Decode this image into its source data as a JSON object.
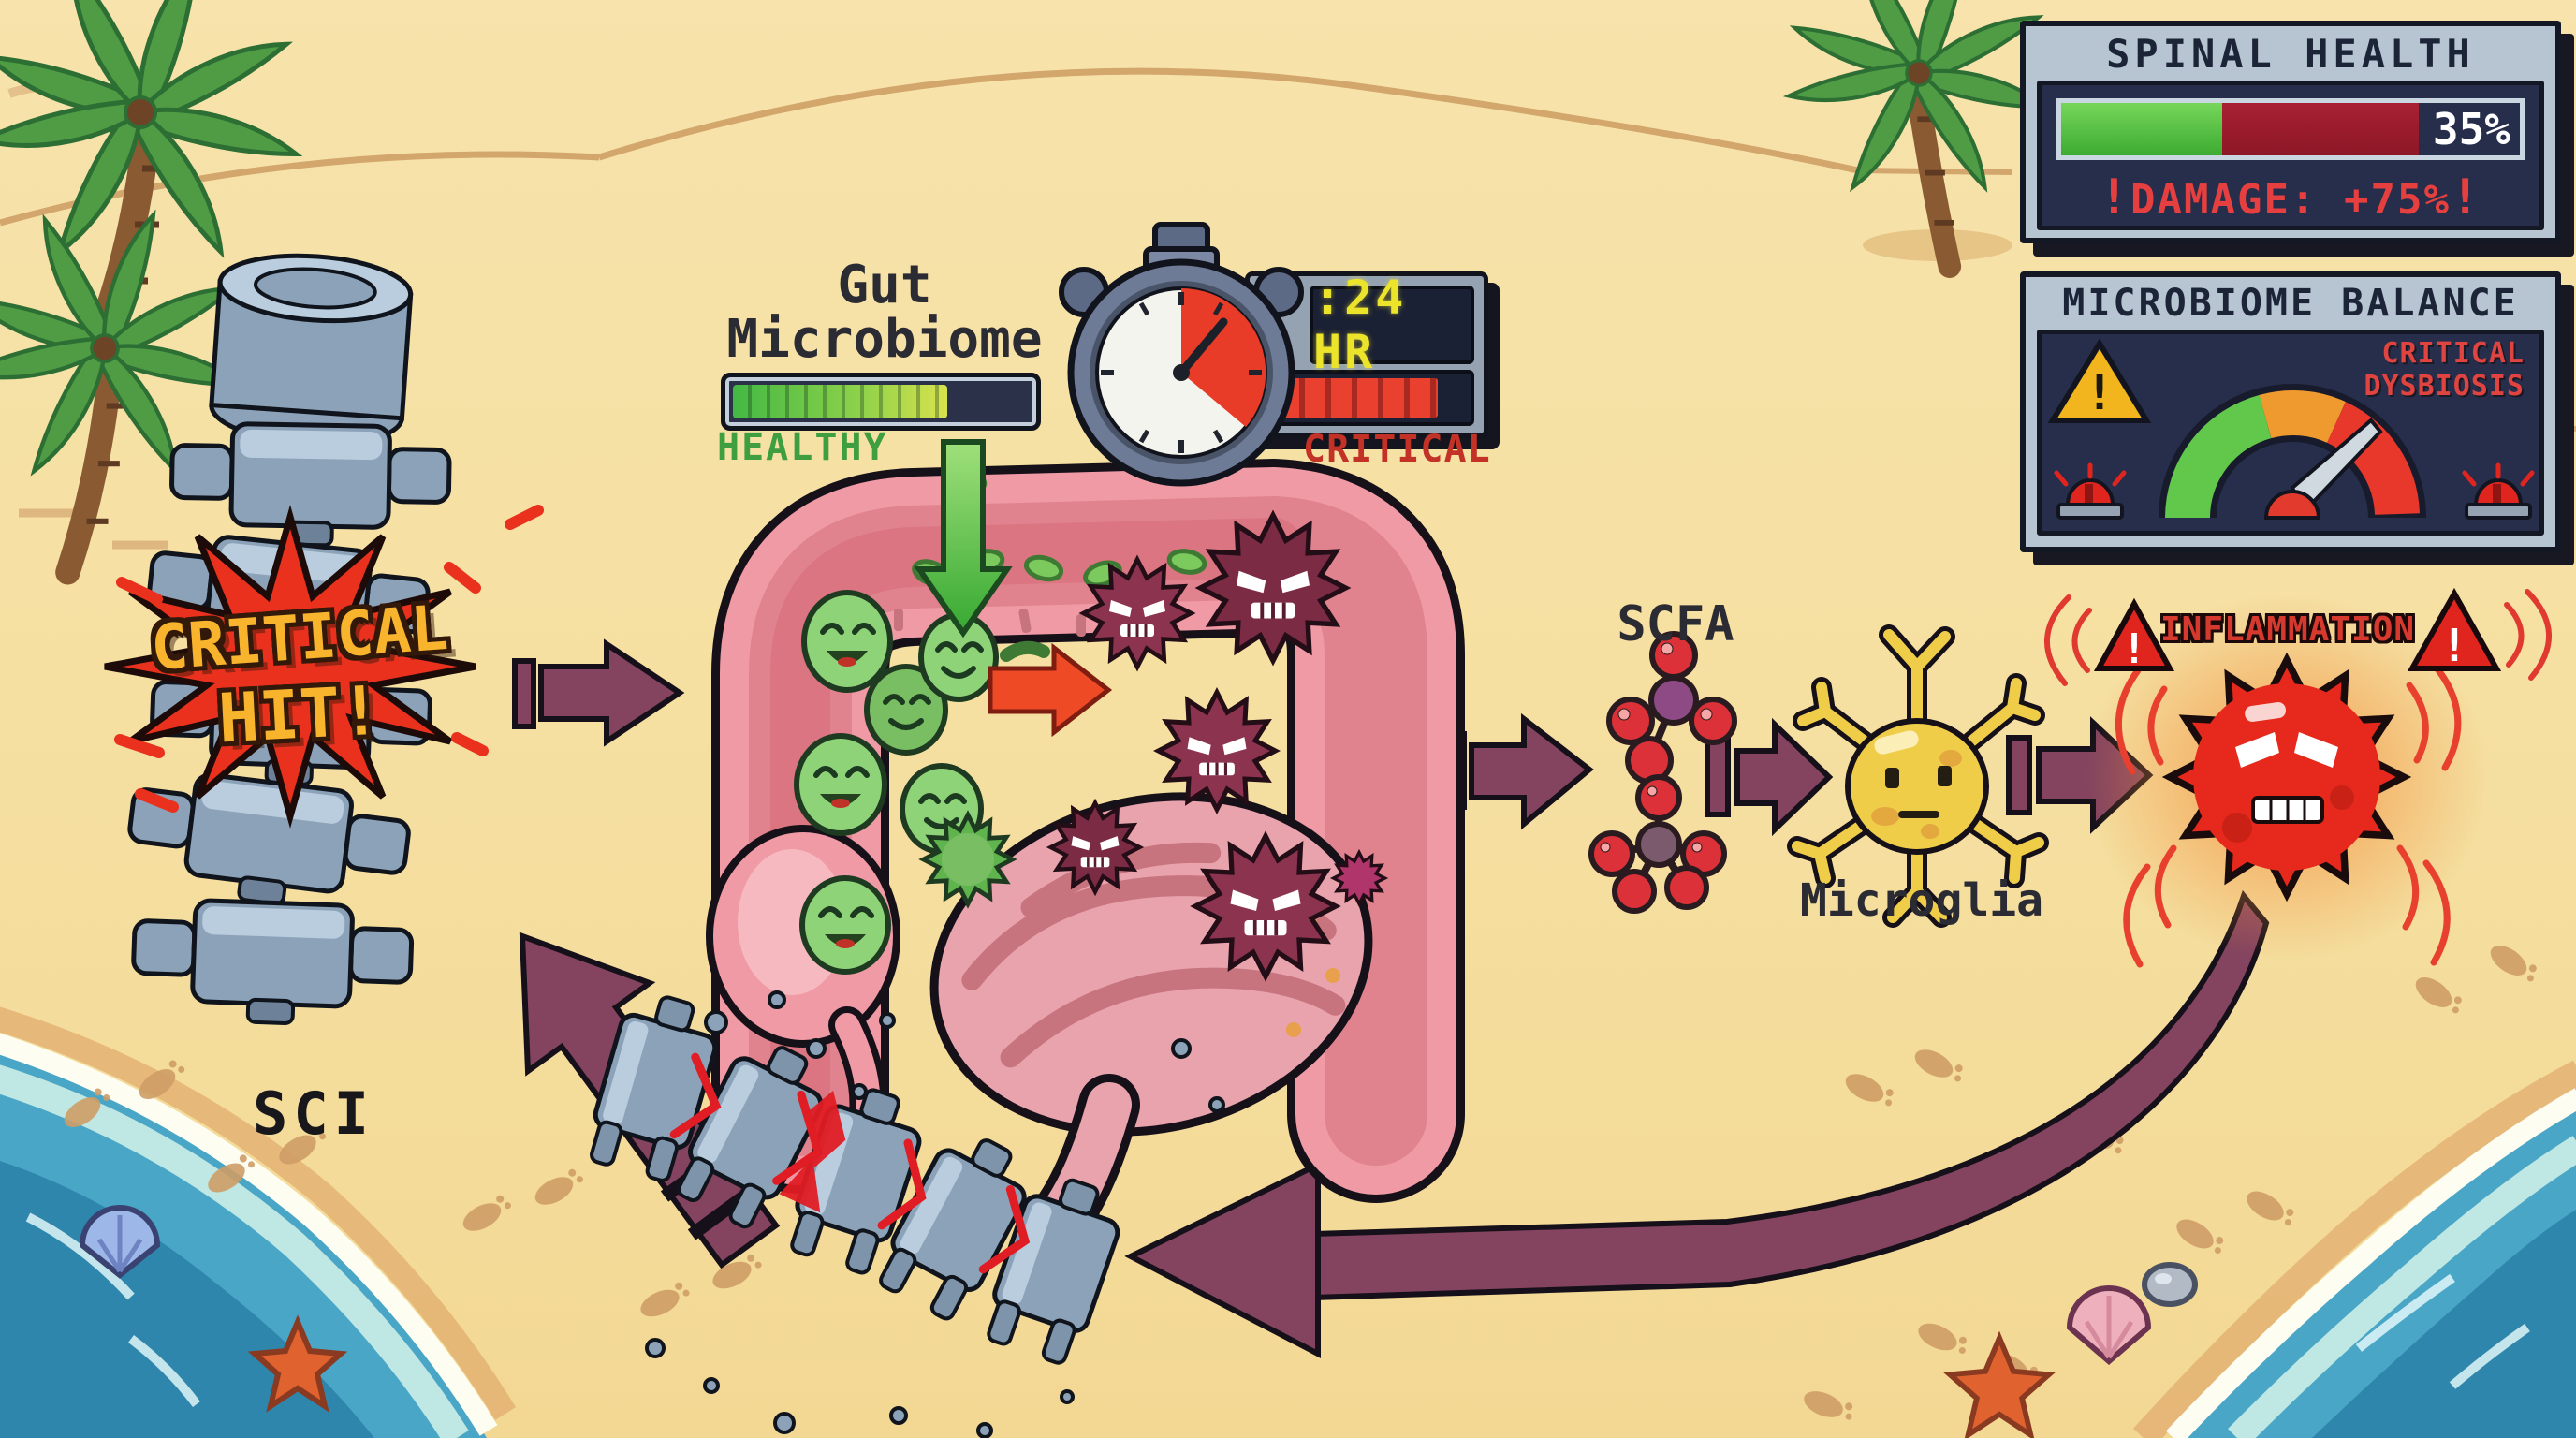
{
  "hud": {
    "spinal_health": {
      "title": "SPINAL HEALTH",
      "value_label": "35%",
      "health_pct": 35,
      "damage_fill_pct": 43,
      "alert_mark": "!",
      "damage_label": "DAMAGE: +75%"
    },
    "microbiome_balance": {
      "title": "MICROBIOME BALANCE",
      "status_line1": "CRITICAL",
      "status_line2": "DYSBIOSIS",
      "warning_glyph": "!"
    }
  },
  "gut_status": {
    "label_line1": "Gut",
    "label_line2": "Microbiome",
    "bar_fill_pct": 69,
    "bar_status": "HEALTHY"
  },
  "timer": {
    "display": ":24 HR",
    "bar_fill_pct": 85,
    "status": "CRITICAL"
  },
  "stage_labels": {
    "sci": "SCI",
    "scfa": "SCFA",
    "microglia": "Microglia",
    "inflammation": "INFLAMMATION"
  },
  "critical_hit": {
    "line1": "CRITICAL",
    "line2": "HIT!"
  },
  "colors": {
    "sand": "#f5dfa0",
    "panel_steel": "#b7c5d2",
    "panel_navy": "#272e4b",
    "health_green": "#4fc43c",
    "health_lost_red": "#9b1c2b",
    "alert_red": "#e5403f",
    "arrow_maroon": "#84445f",
    "gut_pink": "#ef9aa5",
    "microbe_green": "#8fd378",
    "microbe_purple": "#8c3350",
    "microglia_yellow": "#f0cd49",
    "virus_red": "#e6291c",
    "led_yellow": "#ece32b",
    "healthy_green": "#3f9e40",
    "critical_red": "#c23227"
  }
}
